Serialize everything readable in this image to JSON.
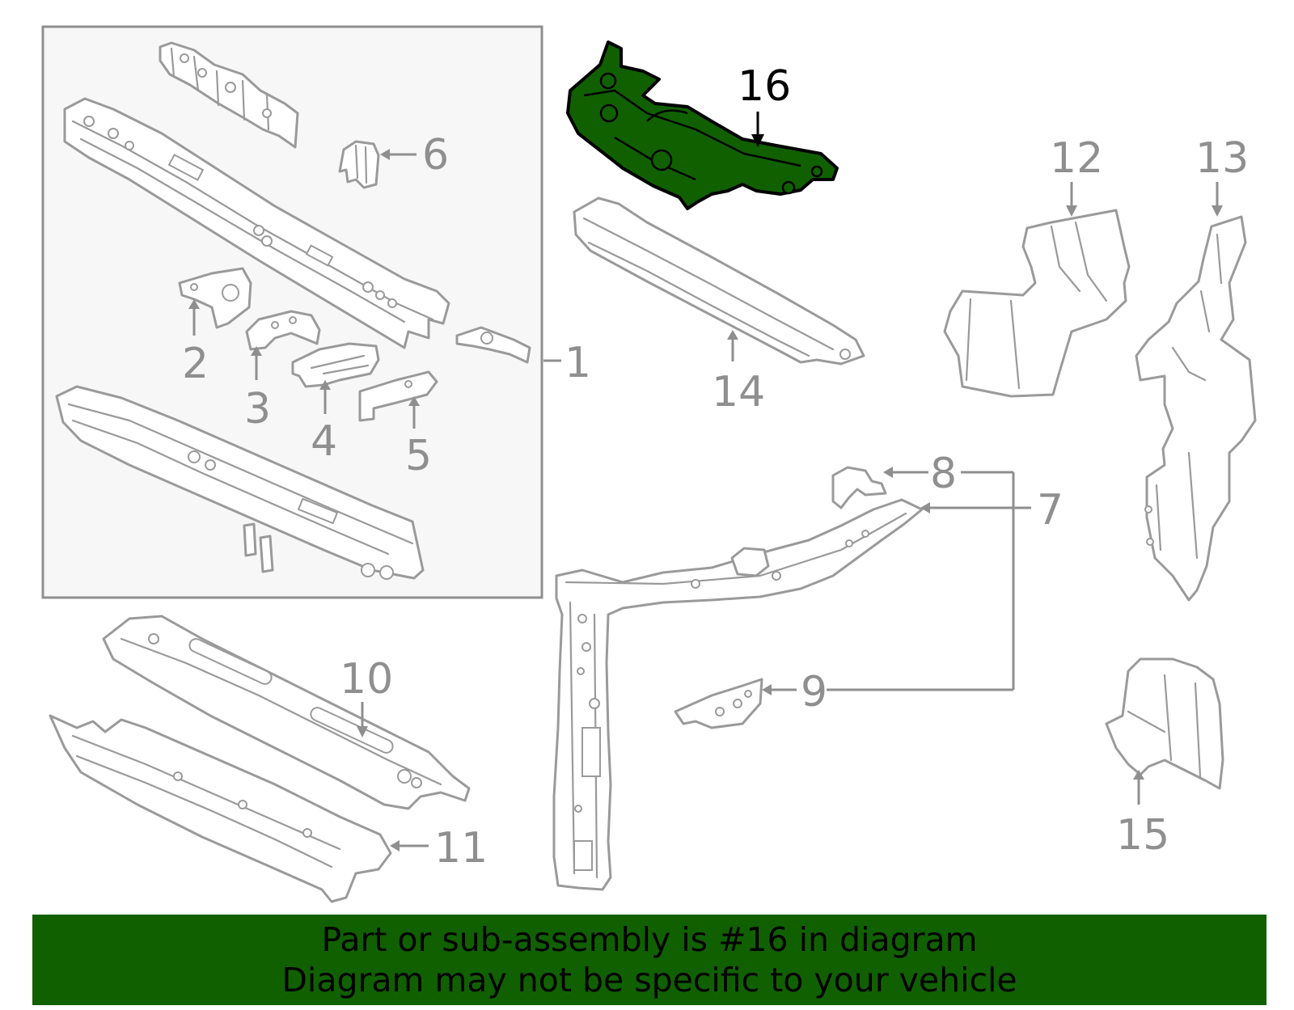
{
  "diagram": {
    "callouts": [
      {
        "id": "1",
        "label": "1"
      },
      {
        "id": "2",
        "label": "2"
      },
      {
        "id": "3",
        "label": "3"
      },
      {
        "id": "4",
        "label": "4"
      },
      {
        "id": "5",
        "label": "5"
      },
      {
        "id": "6",
        "label": "6"
      },
      {
        "id": "7",
        "label": "7"
      },
      {
        "id": "8",
        "label": "8"
      },
      {
        "id": "9",
        "label": "9"
      },
      {
        "id": "10",
        "label": "10"
      },
      {
        "id": "11",
        "label": "11"
      },
      {
        "id": "12",
        "label": "12"
      },
      {
        "id": "13",
        "label": "13"
      },
      {
        "id": "14",
        "label": "14"
      },
      {
        "id": "15",
        "label": "15"
      },
      {
        "id": "16",
        "label": "16"
      }
    ],
    "highlighted_part": "16",
    "colors": {
      "highlight": "#116000",
      "line_art": "#9a9a9a",
      "panel_background": "#f7f7f7",
      "banner": "#116000"
    }
  },
  "banner": {
    "line1": "Part or sub-assembly is #16 in diagram",
    "line2": "Diagram may not be specific to your vehicle"
  }
}
